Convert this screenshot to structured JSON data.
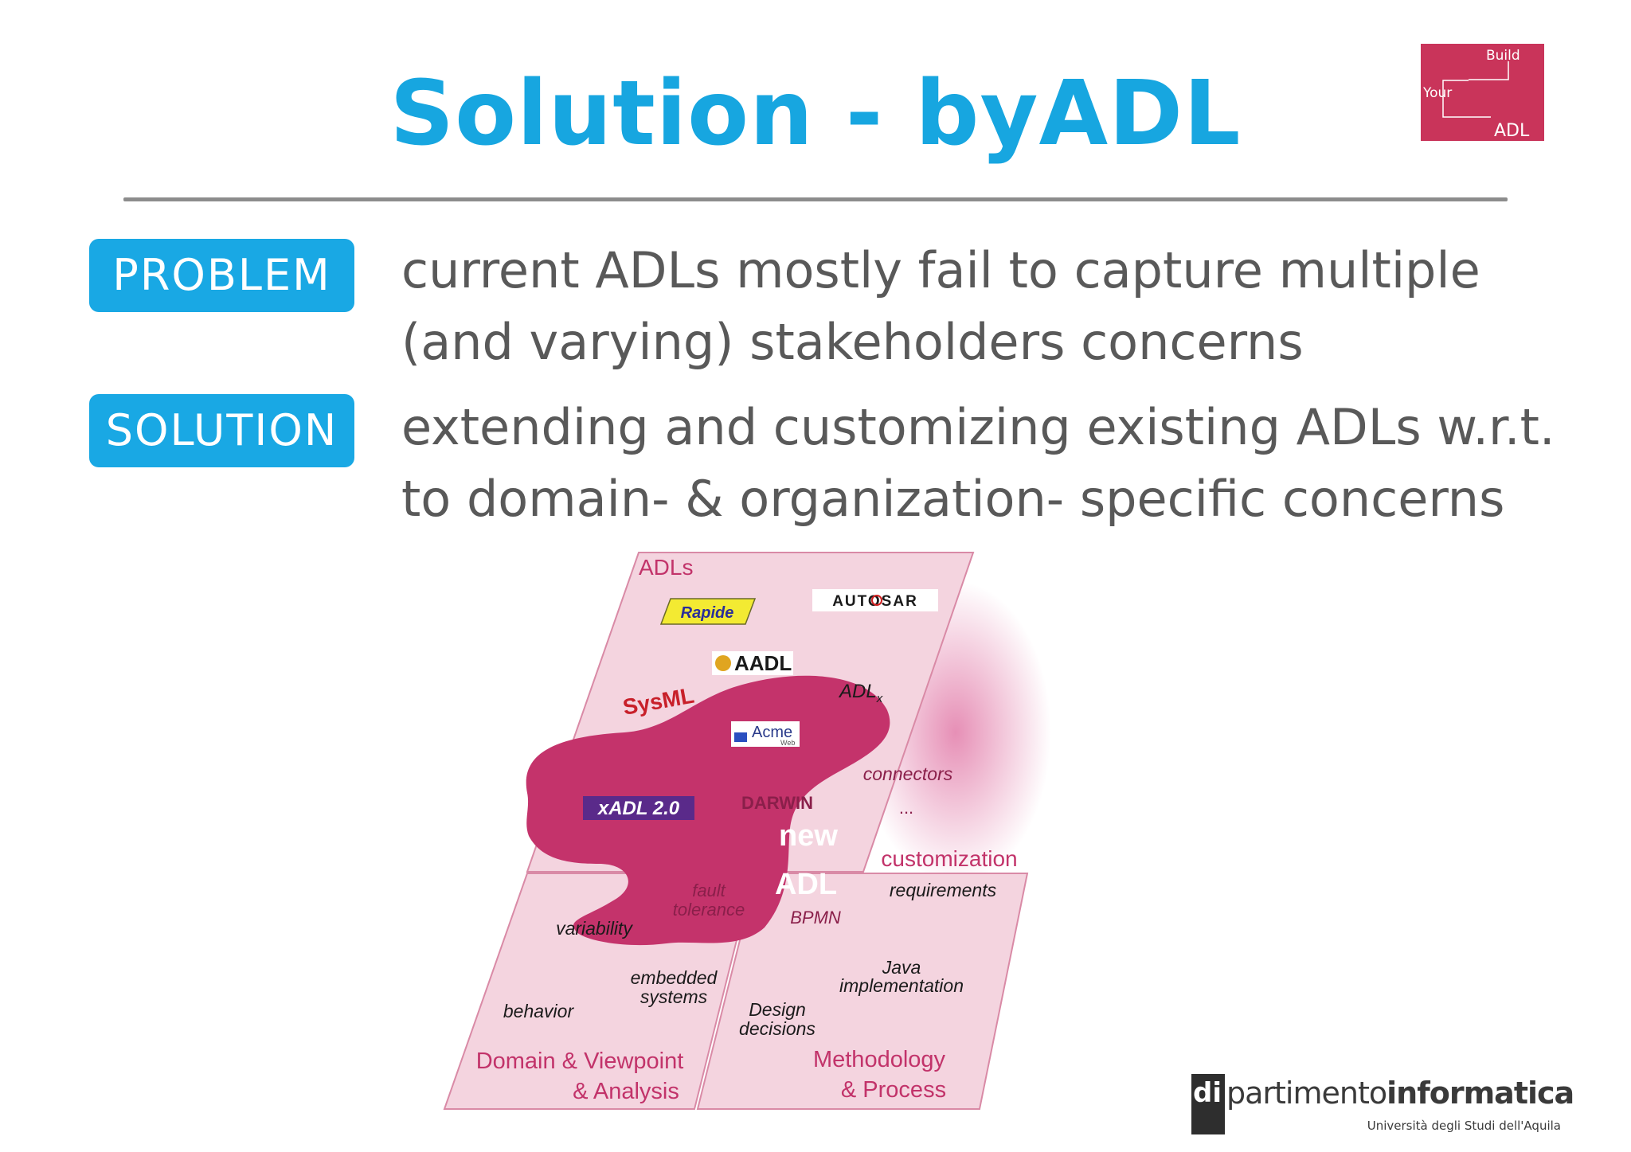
{
  "title": "Solution - byADL",
  "logo": {
    "line1": "Build",
    "line2": "Your",
    "line3": "ADL"
  },
  "rows": [
    {
      "badge": "PROBLEM",
      "lines": [
        "current ADLs mostly fail to capture multiple",
        "(and varying) stakeholders concerns"
      ]
    },
    {
      "badge": "SOLUTION",
      "lines": [
        "extending and customizing existing ADLs w.r.t.",
        "to domain- & organization- specific concerns"
      ]
    }
  ],
  "diagram": {
    "adls_label": "ADLs",
    "logos": {
      "rapide": "Rapide",
      "autosar": "AUTOSAR",
      "aadl": "AADL",
      "sysml": "SysML",
      "acme": "Acme",
      "acme_sub": "Web",
      "xadl": "xADL 2.0"
    },
    "adlx": "ADL",
    "adlx_sub": "x",
    "darwin": "DARWIN",
    "connectors": "connectors",
    "ellipsis": "...",
    "new": "new",
    "adl": "ADL",
    "customization": "customization",
    "requirements": "requirements",
    "fault": "fault",
    "tolerance": "tolerance",
    "bpmn": "BPMN",
    "variability": "variability",
    "embedded1": "embedded",
    "embedded2": "systems",
    "behavior": "behavior",
    "java1": "Java",
    "java2": "implementation",
    "design1": "Design",
    "design2": "decisions",
    "domain1": "Domain & Viewpoint",
    "domain2": "& Analysis",
    "method1": "Methodology",
    "method2": "& Process"
  },
  "footer": {
    "di": "di",
    "part": "partimento",
    "info": "informatica",
    "sub": "Università degli Studi dell'Aquila"
  },
  "colors": {
    "title": "#17a6e0",
    "badge": "#19a8e4",
    "body_text": "#595959",
    "magenta": "#c2336a",
    "pane": "#f4d4df",
    "logo_bg": "#c9345a"
  }
}
